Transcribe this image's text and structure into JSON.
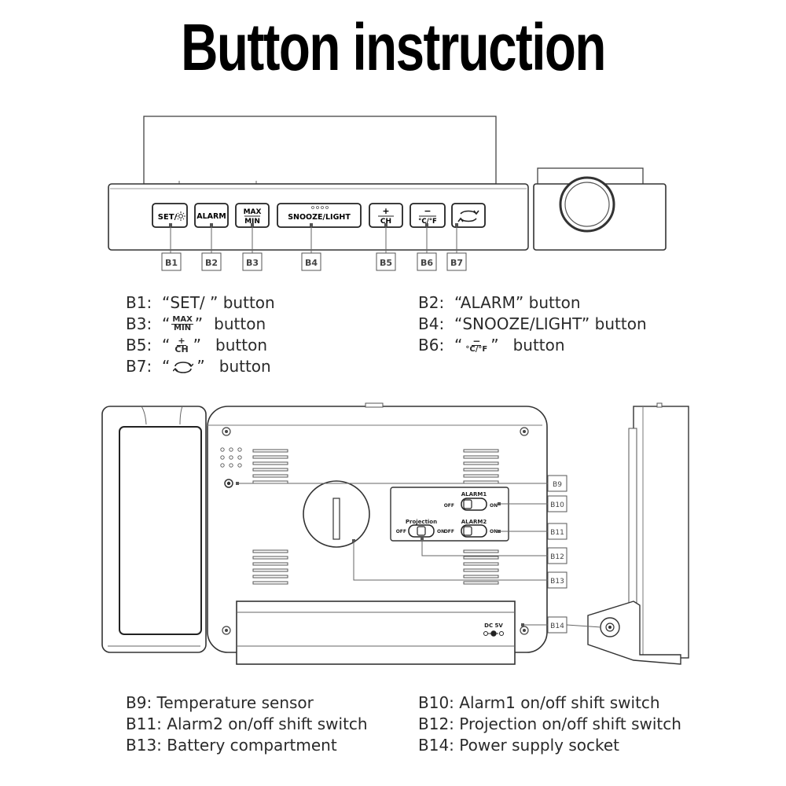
{
  "title": "Button instruction",
  "front_buttons": {
    "set": "SET/",
    "alarm": "ALARM",
    "max": "MAX",
    "min": "MIN",
    "snooze": "SNOOZE/LIGHT",
    "plus": "+",
    "ch": "CH",
    "minus": "−",
    "cf": "°C/°F"
  },
  "front_tags": [
    "B1",
    "B2",
    "B3",
    "B4",
    "B5",
    "B6",
    "B7"
  ],
  "front_legend": {
    "b1": {
      "key": "B1:",
      "text": "“SET/ ”  button"
    },
    "b2": {
      "key": "B2:",
      "text": "“ALARM”  button"
    },
    "b3": {
      "key": "B3:",
      "q1": "“",
      "top": "MAX",
      "bottom": "MIN",
      "q2": "”",
      "text": "button"
    },
    "b4": {
      "key": "B4:",
      "text": "“SNOOZE/LIGHT”  button"
    },
    "b5": {
      "key": "B5:",
      "q1": "“",
      "top": "+",
      "bottom": "CH",
      "q2": "”",
      "text": "button"
    },
    "b6": {
      "key": "B6:",
      "q1": "“",
      "top": "−",
      "bottom": "°C/°F",
      "q2": "”",
      "text": "button"
    },
    "b7": {
      "key": "B7:",
      "q1": "“",
      "q2": "”",
      "text": "button"
    }
  },
  "back_labels": {
    "alarm1": "ALARM1",
    "alarm2": "ALARM2",
    "projection": "Projection",
    "off": "OFF",
    "on": "ON",
    "dc": "DC 5V"
  },
  "back_tags": [
    "B9",
    "B10",
    "B11",
    "B12",
    "B13",
    "B14"
  ],
  "back_legend": {
    "b9": "B9: Temperature sensor",
    "b10": "B10: Alarm1 on/off shift switch",
    "b11": "B11: Alarm2 on/off shift switch",
    "b12": "B12: Projection on/off shift switch",
    "b13": "B13: Battery compartment",
    "b14": "B14: Power supply socket"
  }
}
